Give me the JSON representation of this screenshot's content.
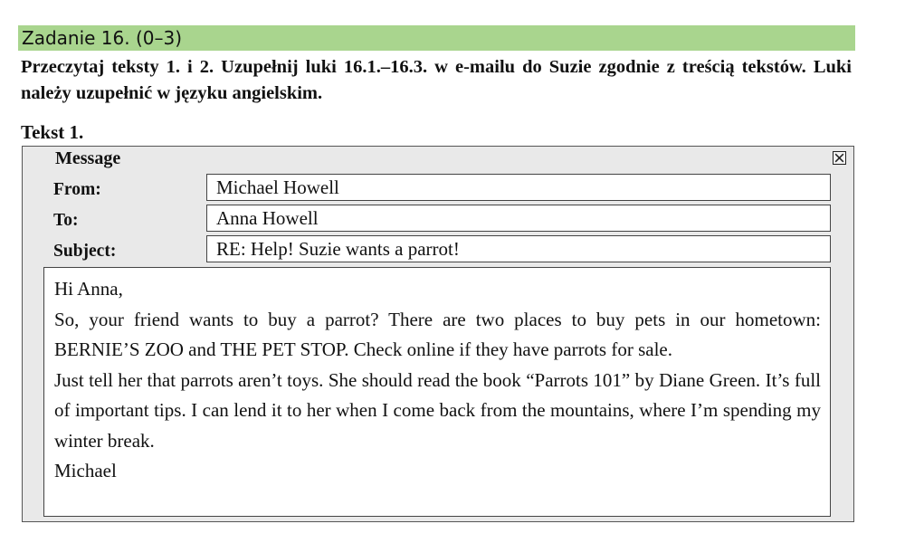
{
  "task": {
    "title": "Zadanie 16. (0–3)",
    "instructions": "Przeczytaj teksty 1. i 2. Uzupełnij luki 16.1.–16.3. w e-mailu do Suzie zgodnie z treścią tekstów. Luki należy uzupełnić w języku angielskim.",
    "text_label": "Tekst 1."
  },
  "message": {
    "window_title": "Message",
    "close_icon": "close-box-icon",
    "fields": {
      "from_label": "From:",
      "from_value": "Michael Howell",
      "to_label": "To:",
      "to_value": "Anna Howell",
      "subject_label": "Subject:",
      "subject_value": "RE: Help! Suzie wants a parrot!"
    },
    "body": {
      "greeting": "Hi Anna,",
      "paragraph1": "So, your friend wants to buy a parrot? There are two places to buy pets in our hometown: BERNIE’S ZOO and THE PET STOP. Check online if they have parrots for sale.",
      "paragraph2": "Just tell her that parrots aren’t toys. She should read the book “Parrots 101” by Diane Green. It’s full of important tips. I can lend it to her when I come back from the mountains, where I’m spending my winter break.",
      "signature": "Michael"
    }
  }
}
